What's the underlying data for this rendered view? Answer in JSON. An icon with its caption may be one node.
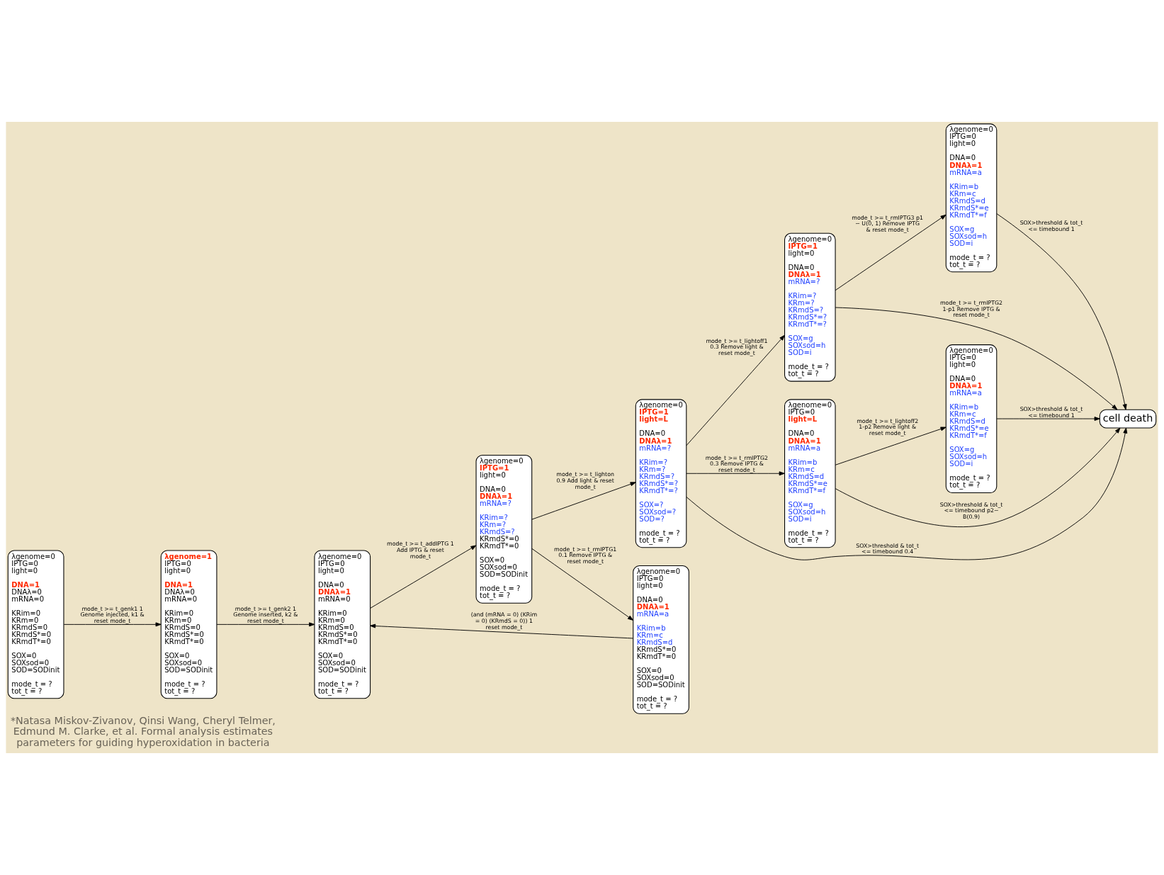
{
  "diagram": {
    "caption": "*Natasa Miskov-Zivanov, Qinsi Wang, Cheryl Telmer, Edmund M. Clarke, et al. Formal analysis estimates parameters for guiding hyperoxidation in bacteria",
    "nodes": [
      {
        "text": [
          "λgenome=0",
          "IPTG=0",
          "light=0",
          "DNA=1",
          "DNAλ=0",
          "mRNA=0",
          "KRim=0",
          "KRm=0",
          "KRmdS=0",
          "KRmdS*=0",
          "KRmdT*=0",
          "SOX=0",
          "SOXsod=0",
          "SOD=SODinit",
          "mode_t = ?",
          "tot_t = ?"
        ]
      },
      {
        "text": [
          "λgenome=1",
          "IPTG=0",
          "light=0",
          "DNA=1",
          "DNAλ=0",
          "mRNA=0",
          "KRim=0",
          "KRm=0",
          "KRmdS=0",
          "KRmdS*=0",
          "KRmdT*=0",
          "SOX=0",
          "SOXsod=0",
          "SOD=SODinit",
          "mode_t = ?",
          "tot_t = ?"
        ]
      },
      {
        "text": [
          "λgenome=0",
          "IPTG=0",
          "light=0",
          "DNA=0",
          "DNAλ=1",
          "mRNA=0",
          "KRim=0",
          "KRm=0",
          "KRmdS=0",
          "KRmdS*=0",
          "KRmdT*=0",
          "SOX=0",
          "SOXsod=0",
          "SOD=SODinit",
          "mode_t = ?",
          "tot_t = ?"
        ]
      },
      {
        "text": [
          "λgenome=0",
          "IPTG=1",
          "light=0",
          "DNA=0",
          "DNAλ=1",
          "mRNA=?",
          "KRim=?",
          "KRm=?",
          "KRmdS=?",
          "KRmdS*=0",
          "KRmdT*=0",
          "SOX=0",
          "SOXsod=0",
          "SOD=SODinit",
          "mode_t = ?",
          "tot_t = ?"
        ]
      },
      {
        "text": [
          "λgenome=0",
          "IPTG=1",
          "light=L",
          "DNA=0",
          "DNAλ=1",
          "mRNA=?",
          "KRim=?",
          "KRm=?",
          "KRmdS=?",
          "KRmdS*=?",
          "KRmdT*=?",
          "SOX=?",
          "SOXsod=?",
          "SOD=?",
          "mode_t = ?",
          "tot_t = ?"
        ]
      },
      {
        "text": [
          "λgenome=0",
          "IPTG=1",
          "light=0",
          "DNA=0",
          "DNAλ=1",
          "mRNA=?",
          "KRim=?",
          "KRm=?",
          "KRmdS=?",
          "KRmdS*=?",
          "KRmdT*=?",
          "SOX=g",
          "SOXsod=h",
          "SOD=i",
          "mode_t = ?",
          "tot_t = ?"
        ]
      },
      {
        "text": [
          "λgenome=0",
          "IPTG=0",
          "light=0",
          "DNA=0",
          "DNAλ=1",
          "mRNA=a",
          "KRim=b",
          "KRm=c",
          "KRmdS=d",
          "KRmdS*=e",
          "KRmdT*=f",
          "SOX=g",
          "SOXsod=h",
          "SOD=i",
          "mode_t = ?",
          "tot_t = ?"
        ]
      },
      {
        "text": [
          "λgenome=0",
          "IPTG=0",
          "light=0",
          "DNA=0",
          "DNAλ=1",
          "mRNA=a",
          "KRim=b",
          "KRm=c",
          "KRmdS=d",
          "KRmdS*=0",
          "KRmdT*=0",
          "SOX=0",
          "SOXsod=0",
          "SOD=SODinit",
          "mode_t = ?",
          "tot_t = ?"
        ]
      },
      {
        "text": [
          "λgenome=0",
          "IPTG=0",
          "light=L",
          "DNA=0",
          "DNAλ=1",
          "mRNA=a",
          "KRim=b",
          "KRm=c",
          "KRmdS=d",
          "KRmdS*=e",
          "KRmdT*=f",
          "SOX=g",
          "SOXsod=h",
          "SOD=i",
          "mode_t = ?",
          "tot_t = ?"
        ]
      },
      {
        "text": [
          "λgenome=0",
          "IPTG=0",
          "light=0",
          "DNA=0",
          "DNAλ=1",
          "mRNA=a",
          "KRim=b",
          "KRm=c",
          "KRmdS=d",
          "KRmdS*=e",
          "KRmdT*=f",
          "SOX=g",
          "SOXsod=h",
          "SOD=i",
          "mode_t = ?",
          "tot_t = ?"
        ]
      },
      {
        "text": [
          "cell death"
        ]
      }
    ],
    "edges": [
      {
        "from": 0,
        "to": 1,
        "arrow": "to",
        "label": "mode_t >= t_genk1 1 Genome injected, k1 & reset mode_t"
      },
      {
        "from": 1,
        "to": 2,
        "arrow": "to",
        "label": "mode_t >= t_genk2 1 Genome inserted, k2 & reset mode_t"
      },
      {
        "from": 2,
        "to": 3,
        "arrow": "to",
        "label": "mode_t >= t_addIPTG 1 Add IPTG & reset mode_t"
      },
      {
        "from": 3,
        "to": 4,
        "arrow": "to",
        "label": "mode_t >= t_lighton 0.9 Add light & reset mode_t"
      },
      {
        "from": 4,
        "to": 5,
        "arrow": "to",
        "label": "mode_t >= t_lightoff1 0.3 Remove light & reset mode_t"
      },
      {
        "from": 5,
        "to": 6,
        "arrow": "to",
        "label": "mode_t >= t_rmIPTG3 p1 ~ U(0, 1) Remove IPTG & reset mode_t"
      },
      {
        "from": 3,
        "to": 7,
        "arrow": "to",
        "label": "mode_t >= t_rmIPTG1 0.1 Remove IPTG & reset mode_t"
      },
      {
        "from": 7,
        "to": 2,
        "arrow": "to",
        "label": "(and (mRNA = 0) (KRim = 0) (KRmdS = 0)) 1 reset mode_t"
      },
      {
        "from": 4,
        "to": 8,
        "arrow": "to",
        "label": "mode_t >= t_rmIPTG2 0.3 Remove IPTG & reset mode_t"
      },
      {
        "from": 4,
        "to": 10,
        "arrow": "to",
        "label": "SOX>threshold & tot_t <= timebound 0.4"
      },
      {
        "from": 5,
        "to": 10,
        "arrow": "to",
        "label": "mode_t >= t_rmIPTG2 1-p1 Remove IPTG & reset mode_t"
      },
      {
        "from": 8,
        "to": 10,
        "arrow": "to",
        "label": "SOX>threshold & tot_t <= timebound p2~ B(0.9)"
      },
      {
        "from": 8,
        "to": 9,
        "arrow": "to",
        "label": "mode_t >= t_lightoff2 1-p2 Remove light & reset mode_t"
      },
      {
        "from": 6,
        "to": 10,
        "arrow": "to",
        "label": "SOX>threshold & tot_t <= timebound 1"
      },
      {
        "from": 9,
        "to": 10,
        "arrow": "to",
        "label": "SOX>threshold & tot_t <= timebound 1"
      }
    ]
  }
}
